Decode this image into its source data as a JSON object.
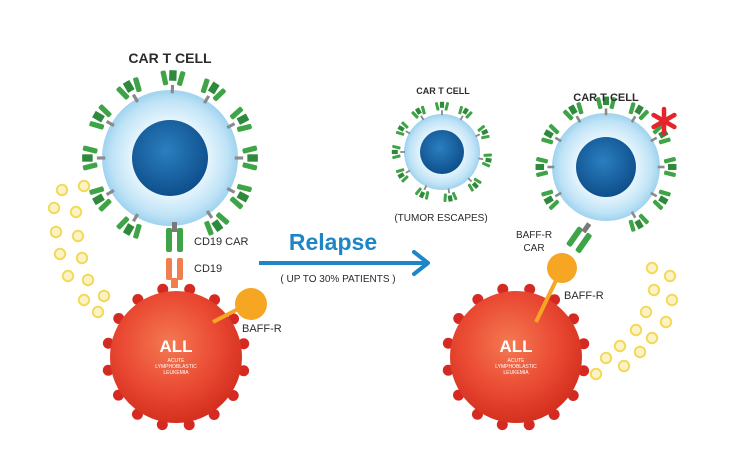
{
  "labels": {
    "car_t_cell_left": "CAR T CELL",
    "car_t_cell_middle": "CAR T CELL",
    "car_t_cell_right": "CAR T CELL",
    "cd19_car": "CD19 CAR",
    "cd19": "CD19",
    "baff_r_left": "BAFF-R",
    "baff_r_right": "BAFF-R",
    "baff_r_car_line1": "BAFF-R",
    "baff_r_car_line2": "CAR",
    "tumor_escapes": "(TUMOR ESCAPES)",
    "relapse": "Relapse",
    "relapse_note": "( UP TO 30% PATIENTS )",
    "all_left": "ALL",
    "all_left_sub1": "ACUTE",
    "all_left_sub2": "LYMPHOBLASTIC",
    "all_left_sub3": "LEUKEMIA",
    "all_right": "ALL",
    "all_right_sub1": "ACUTE",
    "all_right_sub2": "LYMPHOBLASTIC",
    "all_right_sub3": "LEUKEMIA"
  },
  "colors": {
    "t_cell_membrane": "#bfe3f6",
    "t_cell_nucleus": "#1662a6",
    "receptor_green": "#3fa447",
    "tumor_red": "#e8372c",
    "baff_r_orange": "#f6a623",
    "cd19_orange": "#f07e4e",
    "particle_yellow": "#f7e07a",
    "arrow_blue": "#1f86c6",
    "asterisk_red": "#e5252a"
  },
  "icons": {
    "asterisk": "red-asterisk-icon",
    "arrow": "relapse-arrow-icon"
  }
}
